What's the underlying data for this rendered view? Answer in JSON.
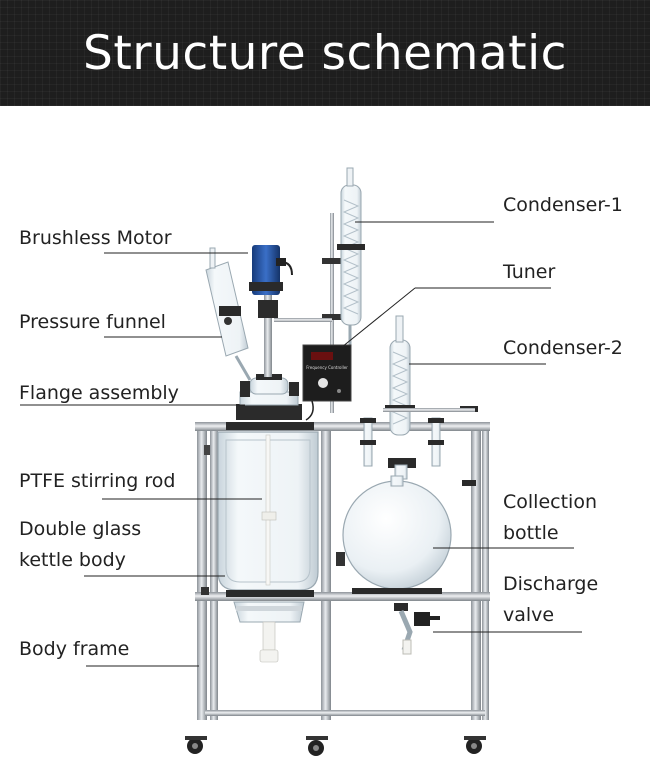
{
  "title": "Structure schematic",
  "labels": {
    "brushless_motor": "Brushless Motor",
    "pressure_funnel": "Pressure funnel",
    "flange_assembly": "Flange assembly",
    "ptfe_stirring_rod": "PTFE stirring rod",
    "double_glass_kettle": [
      "Double glass",
      "kettle body"
    ],
    "body_frame": "Body frame",
    "condenser_1": "Condenser-1",
    "tuner": "Tuner",
    "condenser_2": "Condenser-2",
    "collection_bottle": [
      "Collection",
      "bottle"
    ],
    "discharge_valve": [
      "Discharge",
      "valve"
    ]
  },
  "controller": {
    "panel_text": "Frequency Controller"
  },
  "colors": {
    "banner": "#1e1e1e",
    "line": "#222222",
    "steel": "#b9bec3",
    "motor": "#1f4d9e",
    "glass": "#dfe9ef"
  }
}
